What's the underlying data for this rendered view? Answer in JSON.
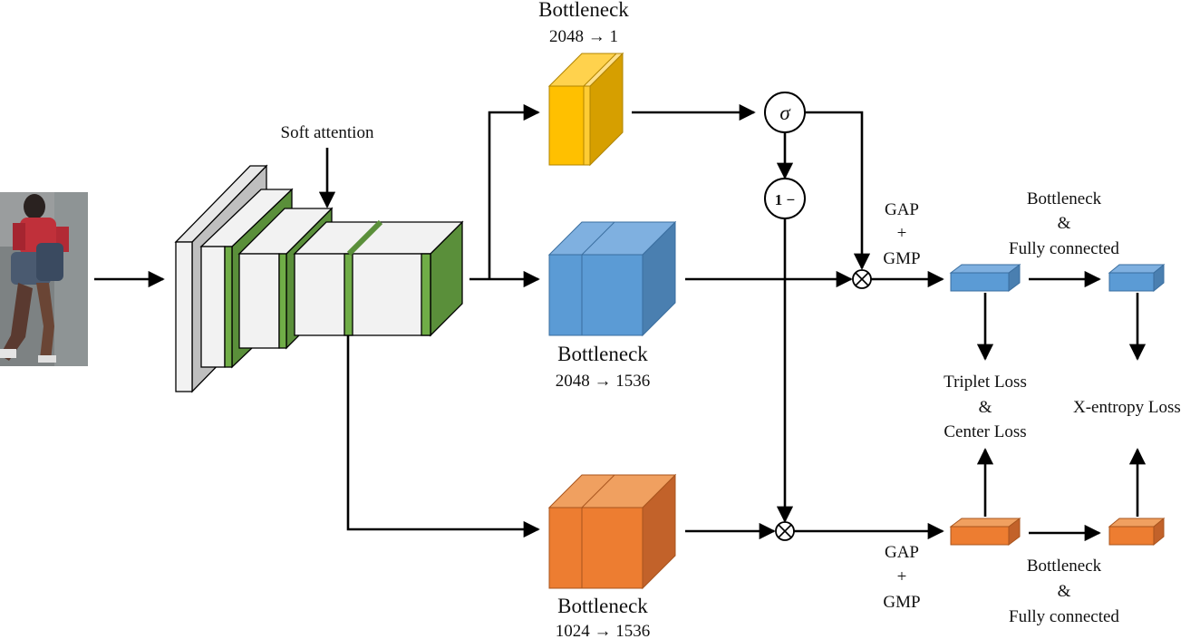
{
  "soft_attention": "Soft attention",
  "top_bottleneck": {
    "title": "Bottleneck",
    "dims": "2048 → 1"
  },
  "mid_bottleneck": {
    "title": "Bottleneck",
    "dims": "2048 → 1536"
  },
  "bot_bottleneck": {
    "title": "Bottleneck",
    "dims": "1024 → 1536"
  },
  "sigma_symbol": "σ",
  "one_minus_symbol": "1 −",
  "multiply_symbol": "⊗",
  "pool_top": {
    "line1": "GAP",
    "line2": "+",
    "line3": "GMP"
  },
  "pool_bottom": {
    "line1": "GAP",
    "line2": "+",
    "line3": "GMP"
  },
  "fc_top": {
    "line1": "Bottleneck",
    "line2": "&",
    "line3": "Fully connected"
  },
  "fc_bottom": {
    "line1": "Bottleneck",
    "line2": "&",
    "line3": "Fully connected"
  },
  "triplet_loss": {
    "line1": "Triplet Loss",
    "line2": "&",
    "line3": "Center Loss"
  },
  "xentropy_loss": "X-entropy Loss",
  "colors": {
    "yellow": "#ffc000",
    "blue": "#5b9bd5",
    "orange": "#ed7d31",
    "green": "#5a8f3a",
    "gray": "#d9d9d9"
  }
}
